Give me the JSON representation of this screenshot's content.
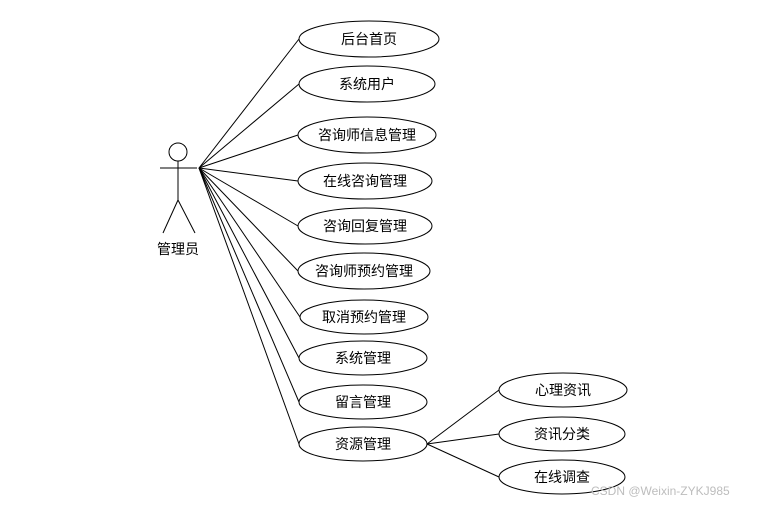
{
  "actor": {
    "label": "管理员"
  },
  "use_cases": [
    {
      "id": "home",
      "label": "后台首页"
    },
    {
      "id": "sys-user",
      "label": "系统用户"
    },
    {
      "id": "consultant-info",
      "label": "咨询师信息管理"
    },
    {
      "id": "online-consult",
      "label": "在线咨询管理"
    },
    {
      "id": "consult-reply",
      "label": "咨询回复管理"
    },
    {
      "id": "consultant-booking",
      "label": "咨询师预约管理"
    },
    {
      "id": "cancel-booking",
      "label": "取消预约管理"
    },
    {
      "id": "system-mgmt",
      "label": "系统管理"
    },
    {
      "id": "message-mgmt",
      "label": "留言管理"
    },
    {
      "id": "resource-mgmt",
      "label": "资源管理"
    }
  ],
  "sub_use_cases": [
    {
      "id": "psych-news",
      "label": "心理资讯"
    },
    {
      "id": "news-category",
      "label": "资讯分类"
    },
    {
      "id": "online-survey",
      "label": "在线调查"
    }
  ],
  "watermark": "CSDN @Weixin-ZYKJ985"
}
